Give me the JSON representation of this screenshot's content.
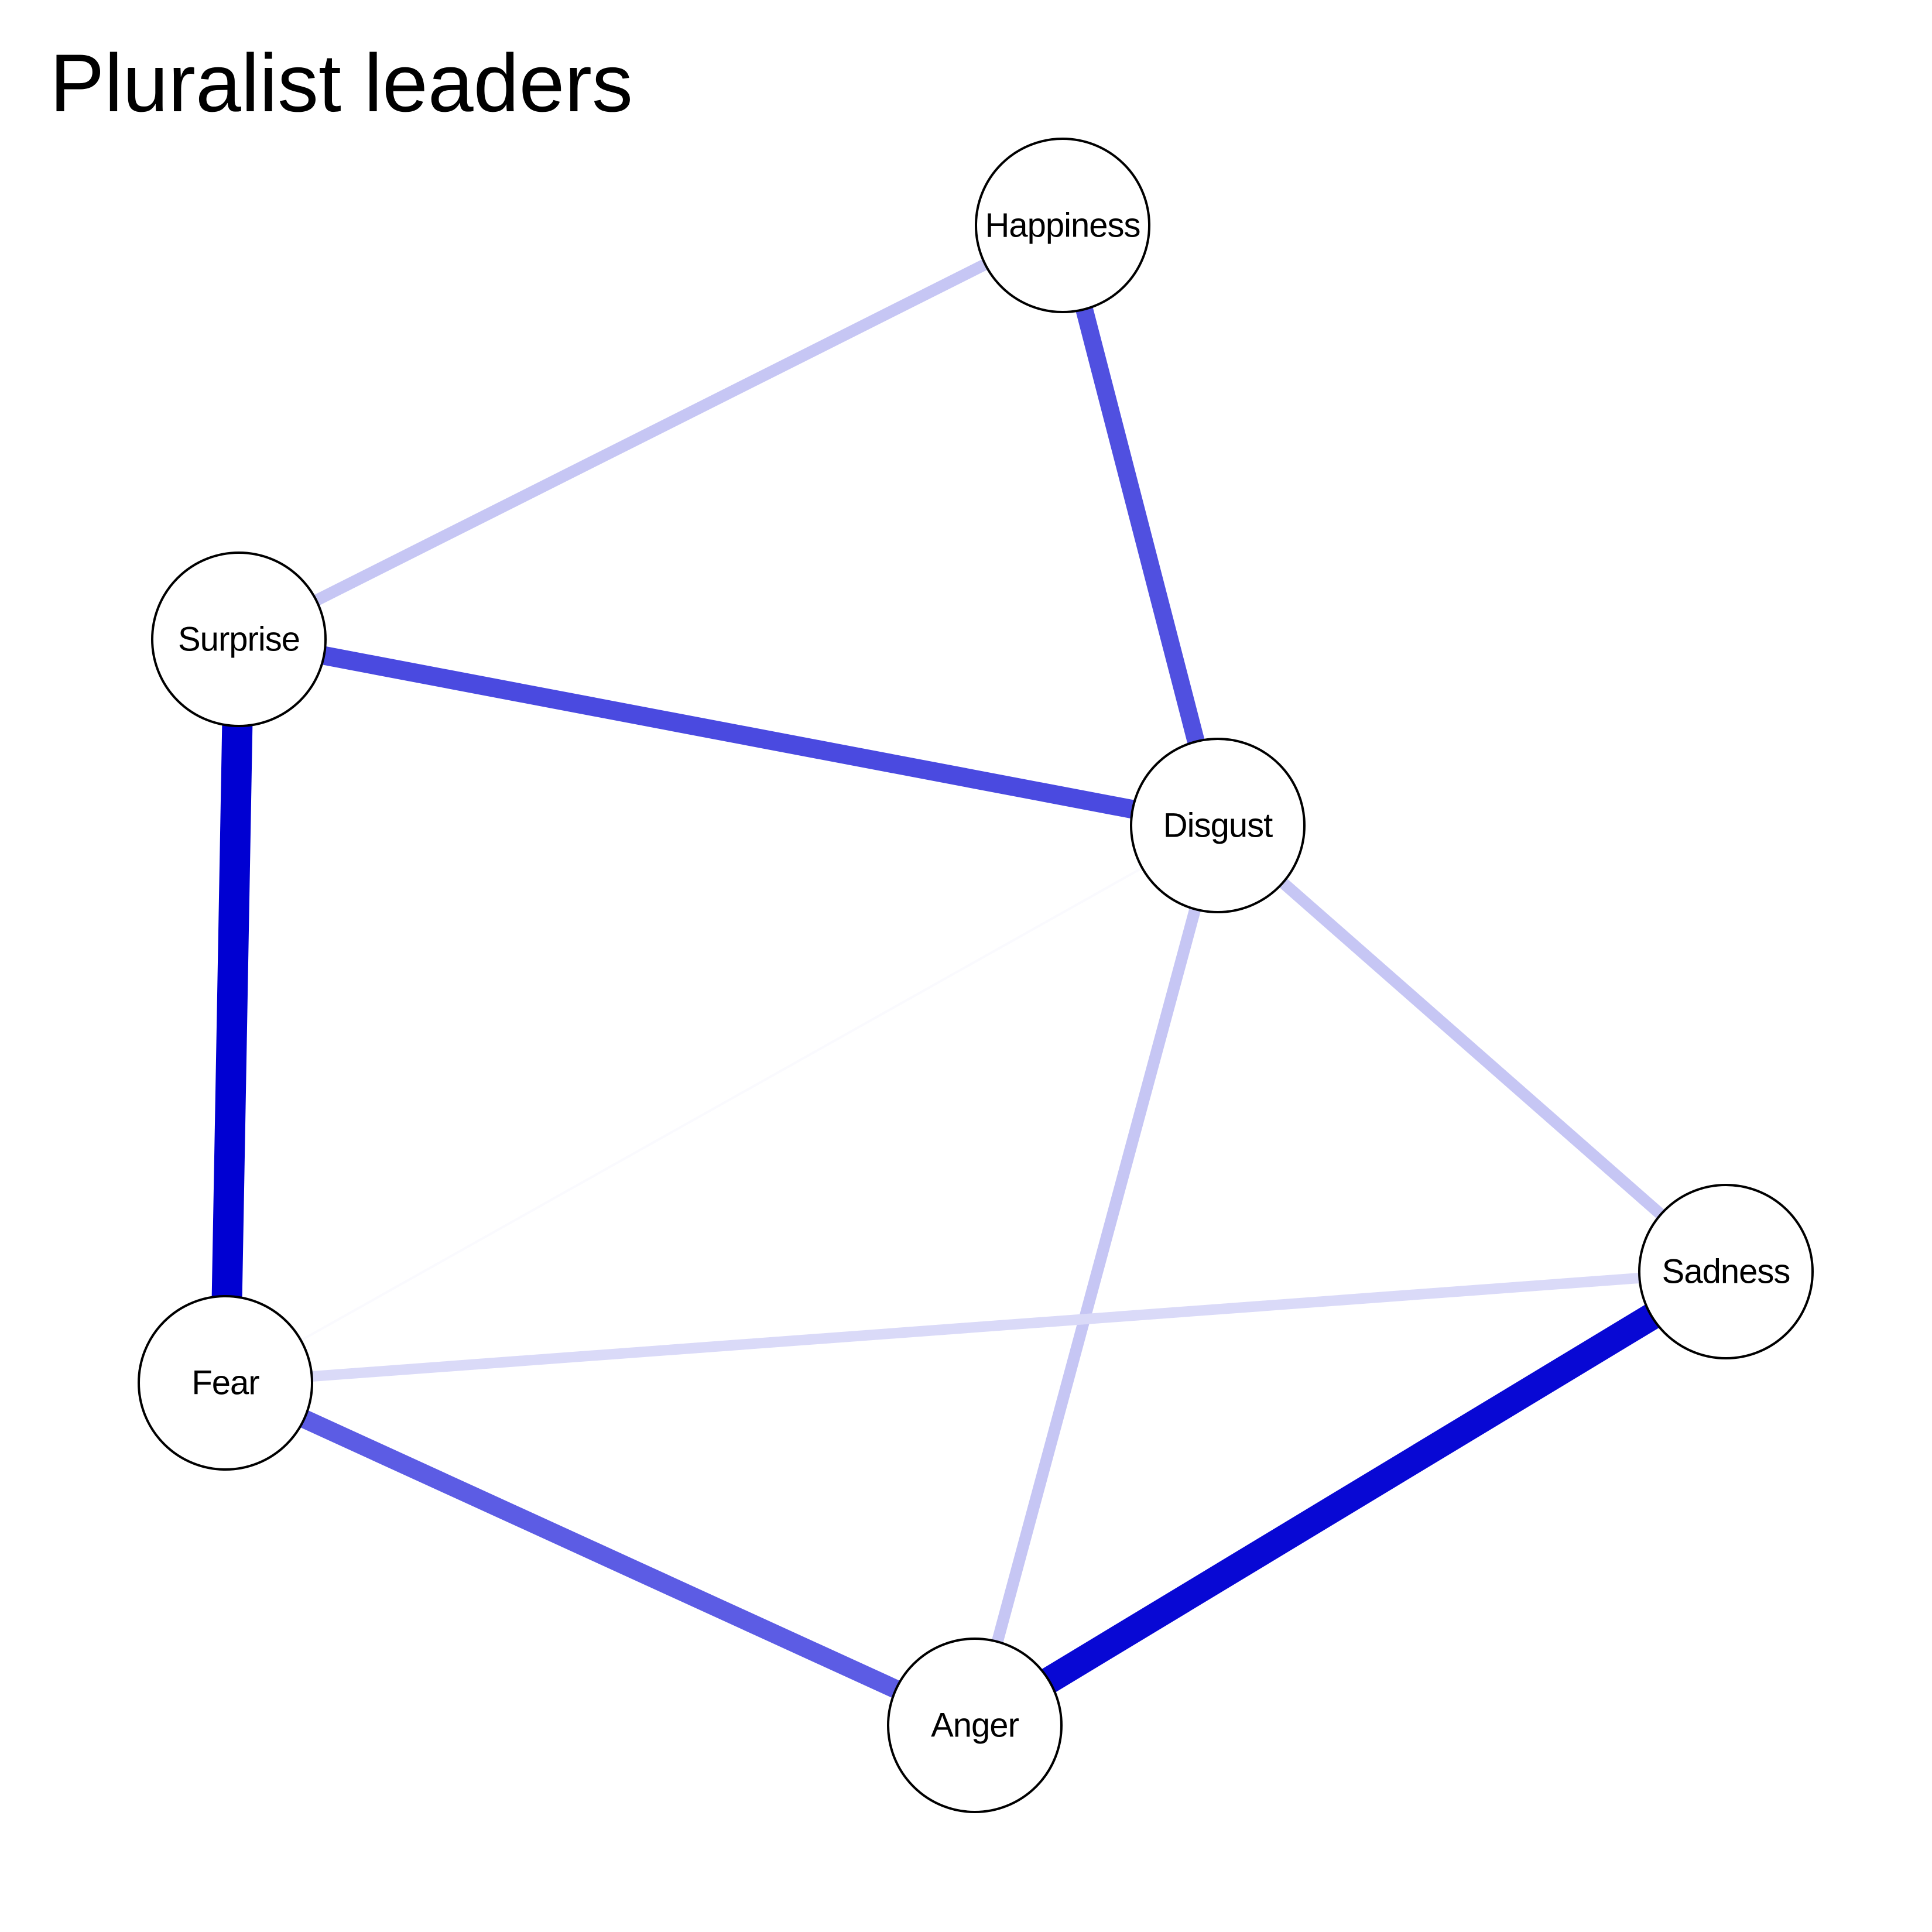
{
  "title": "Pluralist leaders",
  "nodes": [
    {
      "id": "happiness",
      "label": "Happiness"
    },
    {
      "id": "surprise",
      "label": "Surprise"
    },
    {
      "id": "disgust",
      "label": "Disgust"
    },
    {
      "id": "sadness",
      "label": "Sadness"
    },
    {
      "id": "fear",
      "label": "Fear"
    },
    {
      "id": "anger",
      "label": "Anger"
    }
  ],
  "edges": [
    {
      "from": "happiness",
      "to": "surprise",
      "color": "#c6c6f4"
    },
    {
      "from": "happiness",
      "to": "disgust",
      "color": "#5050e0"
    },
    {
      "from": "surprise",
      "to": "disgust",
      "color": "#4a4ae0"
    },
    {
      "from": "surprise",
      "to": "fear",
      "color": "#0000d2"
    },
    {
      "from": "disgust",
      "to": "fear",
      "color": "#fafafe"
    },
    {
      "from": "disgust",
      "to": "sadness",
      "color": "#c6c6f4"
    },
    {
      "from": "disgust",
      "to": "anger",
      "color": "#c6c6f4"
    },
    {
      "from": "sadness",
      "to": "fear",
      "color": "#dadaf8"
    },
    {
      "from": "sadness",
      "to": "anger",
      "color": "#0808d4"
    },
    {
      "from": "fear",
      "to": "anger",
      "color": "#5c5ce4"
    }
  ]
}
